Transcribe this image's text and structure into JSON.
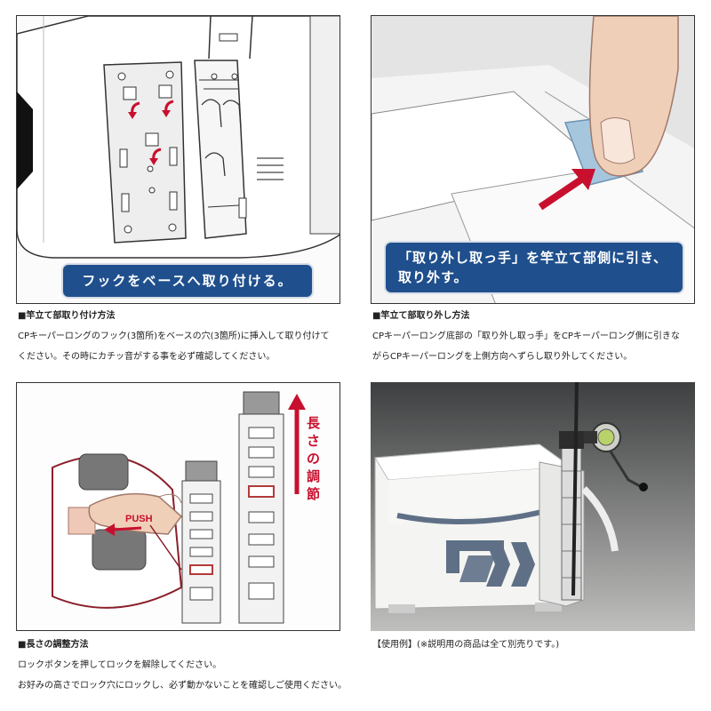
{
  "panels": {
    "attach": {
      "banner": "フックをベースへ取り付ける。",
      "heading": "■竿立て部取り付け方法",
      "body_line1": "CPキーパーロングのフック(3箇所)をベースの穴(3箇所)に挿入して取り付けて",
      "body_line2": "ください。その時にカチッ音がする事を必ず確認してください。"
    },
    "remove": {
      "banner_line1": "「取り外し取っ手」を竿立て部側に引き、",
      "banner_line2": "取り外す。",
      "heading": "■竿立て部取り外し方法",
      "body_line1": "CPキーパーロング底部の「取り外し取っ手」をCPキーパーロング側に引きな",
      "body_line2": "がらCPキーパーロングを上側方向へずらし取り外してください。"
    },
    "length": {
      "push_label": "PUSH",
      "length_label": [
        "長",
        "さ",
        "の",
        "調",
        "節"
      ],
      "heading": "■長さの調整方法",
      "body_line1": "ロックボタンを押してロックを解除してください。",
      "body_line2": "お好みの高さでロック穴にロックし、必ず動かないことを確認しご使用ください。"
    },
    "usage": {
      "caption": "【使用例】(※説明用の商品は全て別売りです。)"
    }
  },
  "colors": {
    "banner_blue": "#1f4f8d",
    "accent_red": "#c8102e",
    "lock_red": "#b23a3a"
  }
}
